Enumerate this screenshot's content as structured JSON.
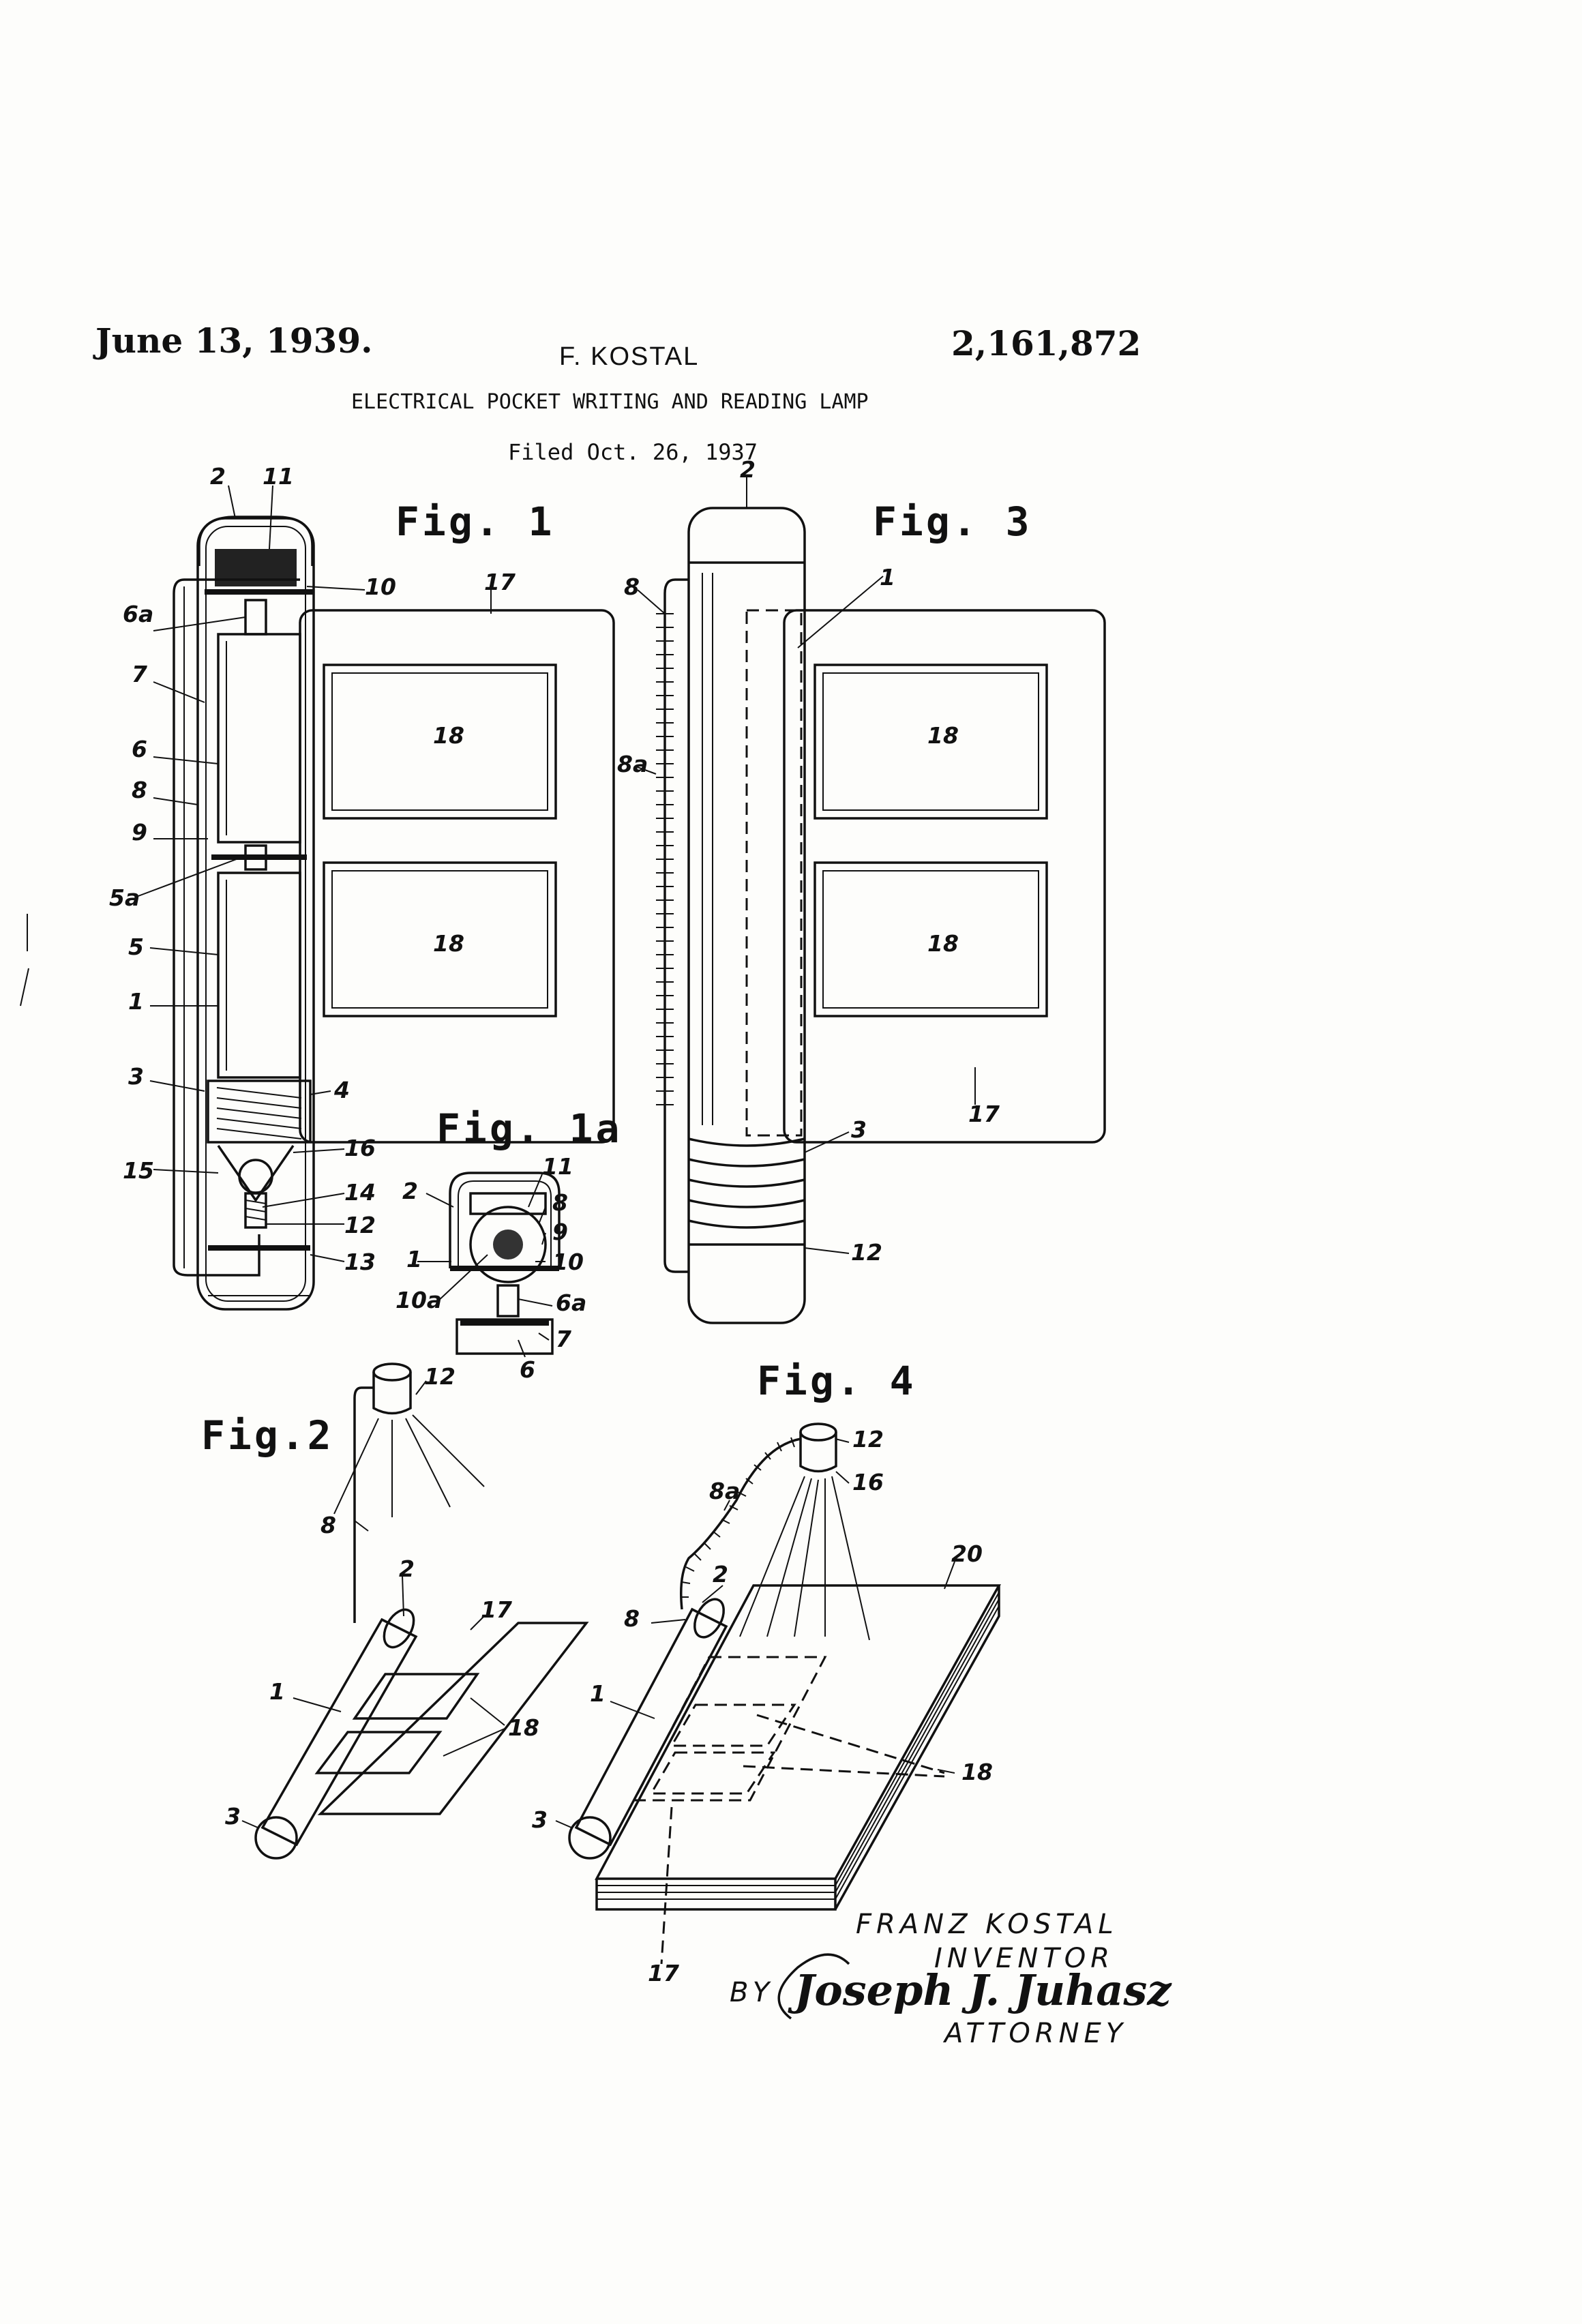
{
  "header": {
    "date": "June 13, 1939.",
    "inventor_short": "F. KOSTAL",
    "patent_number": "2,161,872",
    "title": "ELECTRICAL POCKET WRITING AND READING LAMP",
    "filed": "Filed Oct. 26, 1937"
  },
  "figures": {
    "fig1": "Fig. 1",
    "fig1a": "Fig. 1a",
    "fig2": "Fig.2",
    "fig3": "Fig. 3",
    "fig4": "Fig. 4"
  },
  "refs": {
    "r1": "1",
    "r2": "2",
    "r3": "3",
    "r4": "4",
    "r5": "5",
    "r5a": "5a",
    "r6": "6",
    "r6a": "6a",
    "r7": "7",
    "r8": "8",
    "r8a": "8a",
    "r9": "9",
    "r10": "10",
    "r10a": "10a",
    "r11": "11",
    "r12": "12",
    "r13": "13",
    "r14": "14",
    "r15": "15",
    "r16": "16",
    "r17": "17",
    "r18": "18",
    "r20": "20"
  },
  "signature": {
    "inventor_name": "FRANZ KOSTAL",
    "inventor_role": "INVENTOR",
    "by": "BY",
    "attorney_role": "ATTORNEY",
    "attorney_signature": "Joseph J. Juhasz"
  }
}
